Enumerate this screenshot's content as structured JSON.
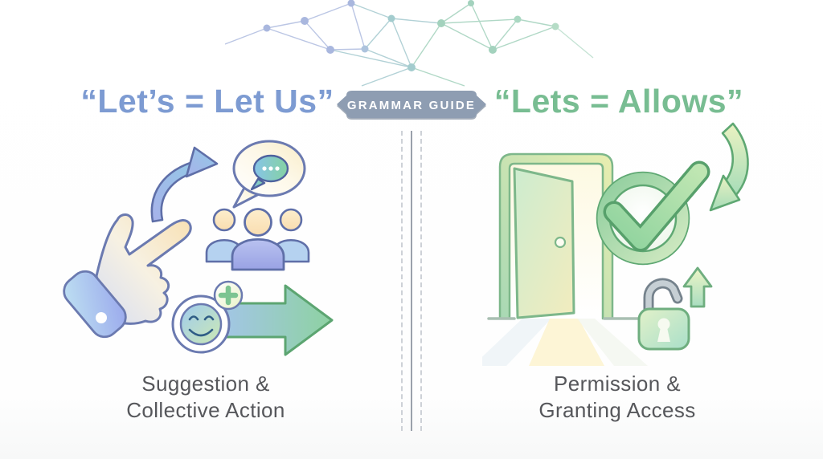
{
  "badge": {
    "label": "GRAMMAR GUIDE"
  },
  "left_panel": {
    "heading": "“Let’s = Let Us”",
    "caption_line1": "Suggestion &",
    "caption_line2": "Collective Action",
    "illustration_icons": [
      "curved-up-arrow",
      "chat-bubble",
      "people-group",
      "pointing-hand",
      "forward-arrow",
      "smiley-face",
      "plus-badge"
    ]
  },
  "right_panel": {
    "heading": "“Lets = Allows”",
    "caption_line1": "Permission &",
    "caption_line2": "Granting Access",
    "illustration_icons": [
      "open-door",
      "light-rays",
      "check-circle",
      "curved-down-arrow",
      "unlocked-padlock",
      "up-arrow"
    ]
  },
  "colors": {
    "heading_left_blue": "#7d9bd2",
    "heading_right_green": "#78bd92",
    "badge_background": "#8e9db2",
    "badge_text": "#ffffff",
    "caption_gray": "#56575b",
    "outline_blue": "#6b7ab0",
    "outline_green": "#5fa873",
    "divider_gray": "#9aa1ab"
  }
}
